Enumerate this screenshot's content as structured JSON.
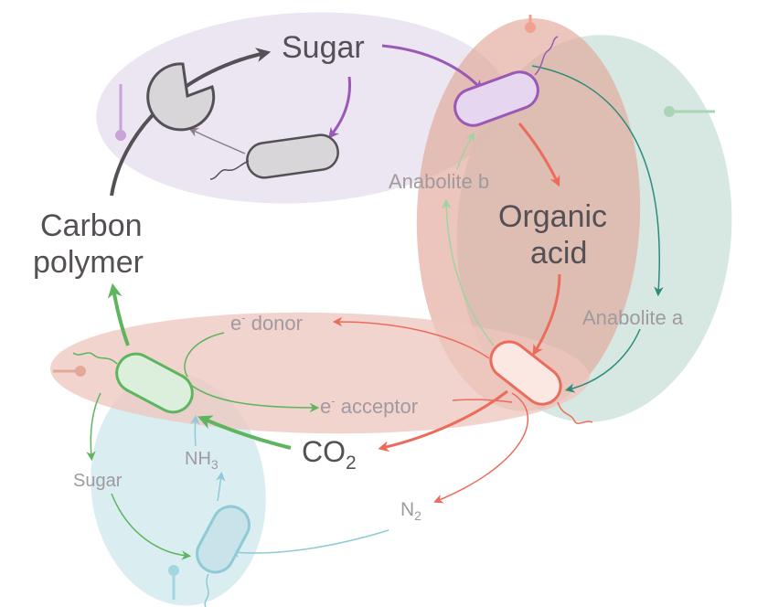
{
  "labels": {
    "sugar_top": "Sugar",
    "carbon_polymer_line1": "Carbon",
    "carbon_polymer_line2": "polymer",
    "organic_acid_line1": "Organic",
    "organic_acid_line2": "acid",
    "anabolite_b": "Anabolite b",
    "anabolite_a": "Anabolite a",
    "e_donor_e": "e",
    "e_donor_sup": "-",
    "e_donor_text": " donor",
    "e_acceptor_e": "e",
    "e_acceptor_sup": "-",
    "e_acceptor_text": " acceptor",
    "co2_main": "CO",
    "co2_sub": "2",
    "nh3_main": "NH",
    "nh3_sub": "3",
    "n2_main": "N",
    "n2_sub": "2",
    "sugar_bottom": "Sugar"
  },
  "colors": {
    "purple_zone": "#e9e3f0",
    "red_zone": "#e7b5a8",
    "green_zone": "#cfe4dc",
    "salmon_zone": "#f0cfc8",
    "blue_zone": "#d6ebef",
    "purple_arrow": "#9b59b6",
    "red_arrow": "#ec6c5c",
    "green_arrow": "#5fb55f",
    "teal_arrow": "#2e8b7a",
    "blue_arrow": "#8fcad6",
    "dark": "#555055",
    "muted": "#a09aa0"
  }
}
